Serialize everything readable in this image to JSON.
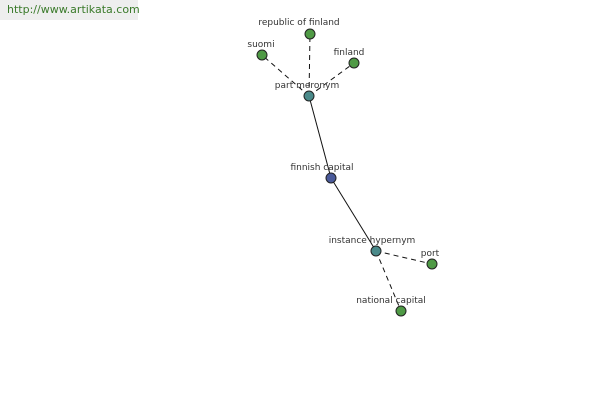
{
  "watermark": "http://www.artikata.com",
  "colors": {
    "center_node": "#4a5a9a",
    "relation_node": "#4a8a8a",
    "leaf_node": "#4f9a45"
  },
  "nodes": [
    {
      "id": "finnish-capital",
      "label": "finnish capital",
      "kind": "center"
    },
    {
      "id": "part-meronym",
      "label": "part meronym",
      "kind": "relation"
    },
    {
      "id": "instance-hypernym",
      "label": "instance hypernym",
      "kind": "relation"
    },
    {
      "id": "republic-of-finland",
      "label": "republic of finland",
      "kind": "leaf"
    },
    {
      "id": "suomi",
      "label": "suomi",
      "kind": "leaf"
    },
    {
      "id": "finland",
      "label": "finland",
      "kind": "leaf"
    },
    {
      "id": "port",
      "label": "port",
      "kind": "leaf"
    },
    {
      "id": "national-capital",
      "label": "national capital",
      "kind": "leaf"
    }
  ],
  "edges": [
    {
      "from": "finnish-capital",
      "to": "part-meronym",
      "style": "solid"
    },
    {
      "from": "finnish-capital",
      "to": "instance-hypernym",
      "style": "solid"
    },
    {
      "from": "part-meronym",
      "to": "republic-of-finland",
      "style": "dashed"
    },
    {
      "from": "part-meronym",
      "to": "suomi",
      "style": "dashed"
    },
    {
      "from": "part-meronym",
      "to": "finland",
      "style": "dashed"
    },
    {
      "from": "instance-hypernym",
      "to": "port",
      "style": "dashed"
    },
    {
      "from": "instance-hypernym",
      "to": "national-capital",
      "style": "dashed"
    }
  ]
}
